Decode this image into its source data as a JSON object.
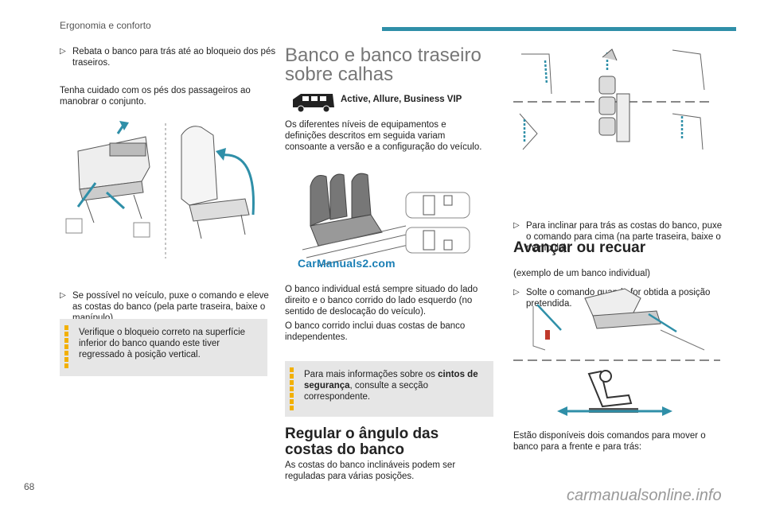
{
  "header": {
    "section": "Ergonomia e conforto"
  },
  "page_number": "68",
  "col1": {
    "bullet1": "Rebata o banco para trás até ao bloqueio dos pés traseiros.",
    "para1": "Tenha cuidado com os pés dos passageiros ao manobrar o conjunto.",
    "bullet2": "Se possível no veículo, puxe o comando e eleve as costas do banco (pela parte traseira, baixe o manípulo).",
    "note": "Verifique o bloqueio correto na superfície inferior do banco quando este tiver regressado à posição vertical."
  },
  "col2": {
    "title": "Banco e banco traseiro sobre calhas",
    "versions": [
      "Active",
      "Allure",
      "Business VIP"
    ],
    "para1": "Os diferentes níveis de equipamentos e definições descritos em seguida variam consoante a versão e a configuração do veículo.",
    "para2": "O banco individual está sempre situado do lado direito e o banco corrido do lado esquerdo (no sentido de deslocação do veículo).",
    "para3": "O banco corrido inclui duas costas de banco independentes.",
    "note_prefix": "Para mais informações sobre os ",
    "note_bold": "cintos de segurança",
    "note_suffix": ", consulte a secção correspondente.",
    "heading2": "Regular o ângulo das costas do banco",
    "para4": "As costas do banco inclináveis podem ser reguladas para várias posições."
  },
  "col3": {
    "bullet1": "Para inclinar para trás as costas do banco, puxe o comando para cima (na parte traseira, baixe o manípulo).",
    "bullet2": "Solte o comando quando for obtida a posição pretendida.",
    "heading": "Avançar ou recuar",
    "example": "(exemplo de um banco individual)",
    "para": "Estão disponíveis dois comandos para mover o banco para a frente e para trás:"
  },
  "watermark": "CarManuals2.com",
  "footer_watermark": "carmanualsonline.info",
  "icons": {
    "bullet": "arrow-bullet-icon",
    "accent": "#2f8fa8",
    "note_stripe": "#f2b000"
  }
}
